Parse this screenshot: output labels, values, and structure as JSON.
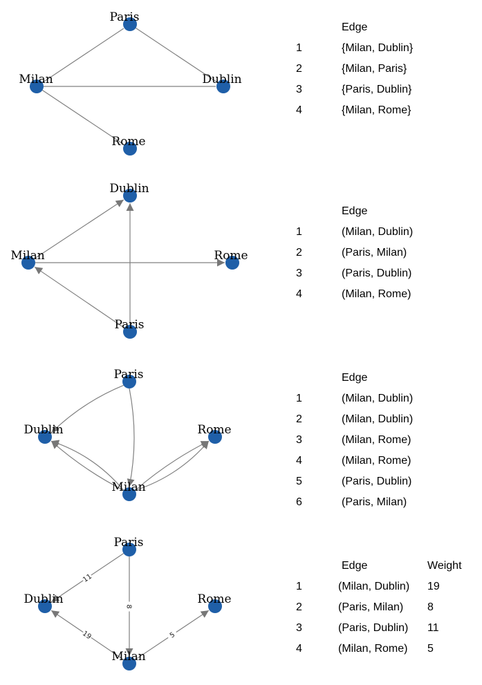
{
  "colors": {
    "node": "#1f5fa8",
    "edge": "#808080",
    "arrow": "#777777"
  },
  "graphs": [
    {
      "kind": "undirected",
      "nodes": [
        {
          "id": "Paris",
          "label": "Paris"
        },
        {
          "id": "Milan",
          "label": "Milan"
        },
        {
          "id": "Dublin",
          "label": "Dublin"
        },
        {
          "id": "Rome",
          "label": "Rome"
        }
      ],
      "edges": [
        {
          "from": "Milan",
          "to": "Dublin"
        },
        {
          "from": "Milan",
          "to": "Paris"
        },
        {
          "from": "Paris",
          "to": "Dublin"
        },
        {
          "from": "Milan",
          "to": "Rome"
        }
      ],
      "table": {
        "headers": [
          "Edge"
        ],
        "rows": [
          {
            "index": "1",
            "edge": "{Milan, Dublin}"
          },
          {
            "index": "2",
            "edge": "{Milan, Paris}"
          },
          {
            "index": "3",
            "edge": "{Paris, Dublin}"
          },
          {
            "index": "4",
            "edge": "{Milan, Rome}"
          }
        ]
      }
    },
    {
      "kind": "directed",
      "nodes": [
        {
          "id": "Dublin",
          "label": "Dublin"
        },
        {
          "id": "Milan",
          "label": "Milan"
        },
        {
          "id": "Rome",
          "label": "Rome"
        },
        {
          "id": "Paris",
          "label": "Paris"
        }
      ],
      "edges": [
        {
          "from": "Milan",
          "to": "Dublin"
        },
        {
          "from": "Paris",
          "to": "Milan"
        },
        {
          "from": "Paris",
          "to": "Dublin"
        },
        {
          "from": "Milan",
          "to": "Rome"
        }
      ],
      "table": {
        "headers": [
          "Edge"
        ],
        "rows": [
          {
            "index": "1",
            "edge": "(Milan, Dublin)"
          },
          {
            "index": "2",
            "edge": "(Paris, Milan)"
          },
          {
            "index": "3",
            "edge": "(Paris, Dublin)"
          },
          {
            "index": "4",
            "edge": "(Milan, Rome)"
          }
        ]
      }
    },
    {
      "kind": "multigraph",
      "nodes": [
        {
          "id": "Paris",
          "label": "Paris"
        },
        {
          "id": "Dublin",
          "label": "Dublin"
        },
        {
          "id": "Rome",
          "label": "Rome"
        },
        {
          "id": "Milan",
          "label": "Milan"
        }
      ],
      "edges": [
        {
          "from": "Milan",
          "to": "Dublin"
        },
        {
          "from": "Milan",
          "to": "Dublin"
        },
        {
          "from": "Milan",
          "to": "Rome"
        },
        {
          "from": "Milan",
          "to": "Rome"
        },
        {
          "from": "Paris",
          "to": "Dublin"
        },
        {
          "from": "Paris",
          "to": "Milan"
        }
      ],
      "table": {
        "headers": [
          "Edge"
        ],
        "rows": [
          {
            "index": "1",
            "edge": "(Milan, Dublin)"
          },
          {
            "index": "2",
            "edge": "(Milan, Dublin)"
          },
          {
            "index": "3",
            "edge": "(Milan, Rome)"
          },
          {
            "index": "4",
            "edge": "(Milan, Rome)"
          },
          {
            "index": "5",
            "edge": "(Paris, Dublin)"
          },
          {
            "index": "6",
            "edge": "(Paris, Milan)"
          }
        ]
      }
    },
    {
      "kind": "weighted",
      "nodes": [
        {
          "id": "Paris",
          "label": "Paris"
        },
        {
          "id": "Dublin",
          "label": "Dublin"
        },
        {
          "id": "Rome",
          "label": "Rome"
        },
        {
          "id": "Milan",
          "label": "Milan"
        }
      ],
      "edges": [
        {
          "from": "Milan",
          "to": "Dublin",
          "weight": "19"
        },
        {
          "from": "Paris",
          "to": "Milan",
          "weight": "8"
        },
        {
          "from": "Paris",
          "to": "Dublin",
          "weight": "11"
        },
        {
          "from": "Milan",
          "to": "Rome",
          "weight": "5"
        }
      ],
      "table": {
        "headers": [
          "Edge",
          "Weight"
        ],
        "rows": [
          {
            "index": "1",
            "edge": "(Milan, Dublin)",
            "weight": "19"
          },
          {
            "index": "2",
            "edge": "(Paris, Milan)",
            "weight": "8"
          },
          {
            "index": "3",
            "edge": "(Paris, Dublin)",
            "weight": "11"
          },
          {
            "index": "4",
            "edge": "(Milan, Rome)",
            "weight": "5"
          }
        ]
      }
    }
  ]
}
